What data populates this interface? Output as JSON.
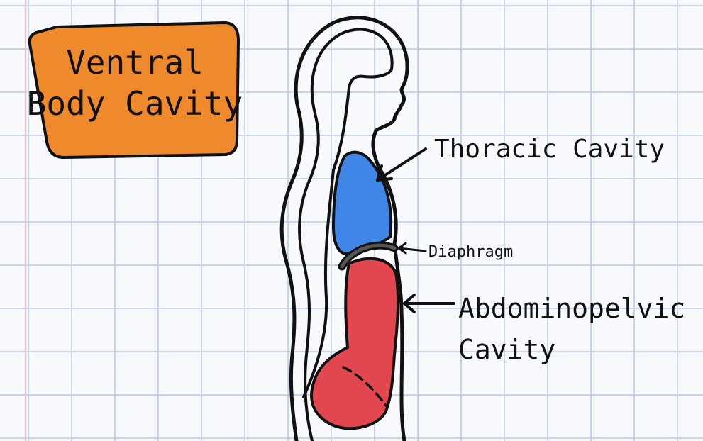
{
  "title_lines": [
    "Ventral",
    "Body Cavity"
  ],
  "labels": {
    "thoracic": "Thoracic Cavity",
    "diaphragm": "Diaphragm",
    "abdominopelvic_line1": "Abdominopelvic",
    "abdominopelvic_line2": "Cavity"
  },
  "colors": {
    "paper": "#f7f9fc",
    "grid_line": "#b9c9e6",
    "margin_line": "#f1b8c3",
    "title_box": "#ee8a2c",
    "outline": "#111111",
    "thoracic_fill": "#3f86e6",
    "abdominopelvic_fill": "#e2474f",
    "diaphragm_fill": "#555555"
  }
}
